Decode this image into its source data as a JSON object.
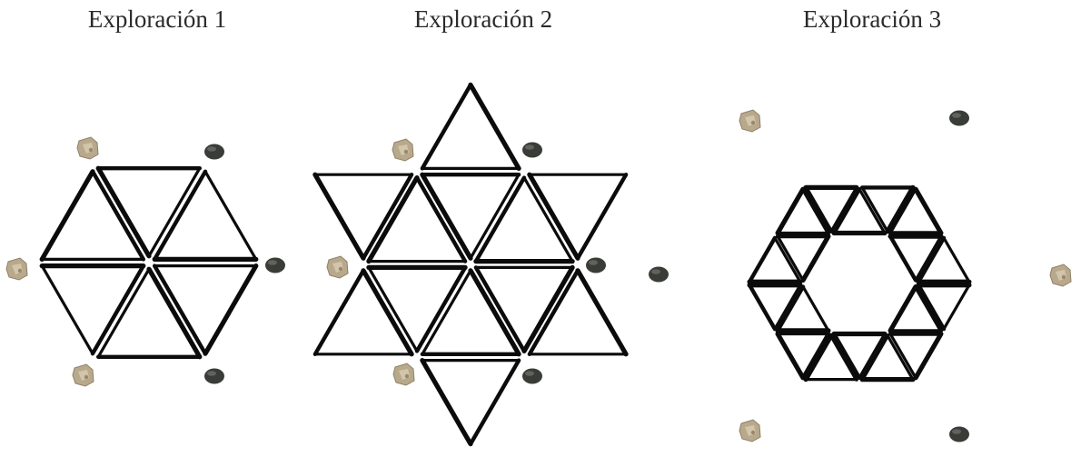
{
  "panels": [
    {
      "title": "Exploración 1"
    },
    {
      "title": "Exploración 2"
    },
    {
      "title": "Exploración 3"
    }
  ],
  "colors": {
    "stick": "#0b0b0b",
    "stone_light": "#b8a98c",
    "stone_dark": "#3a3c38",
    "title": "#2a2a2a"
  },
  "legend_icons": [
    "light-stone-icon",
    "dark-stone-icon"
  ]
}
